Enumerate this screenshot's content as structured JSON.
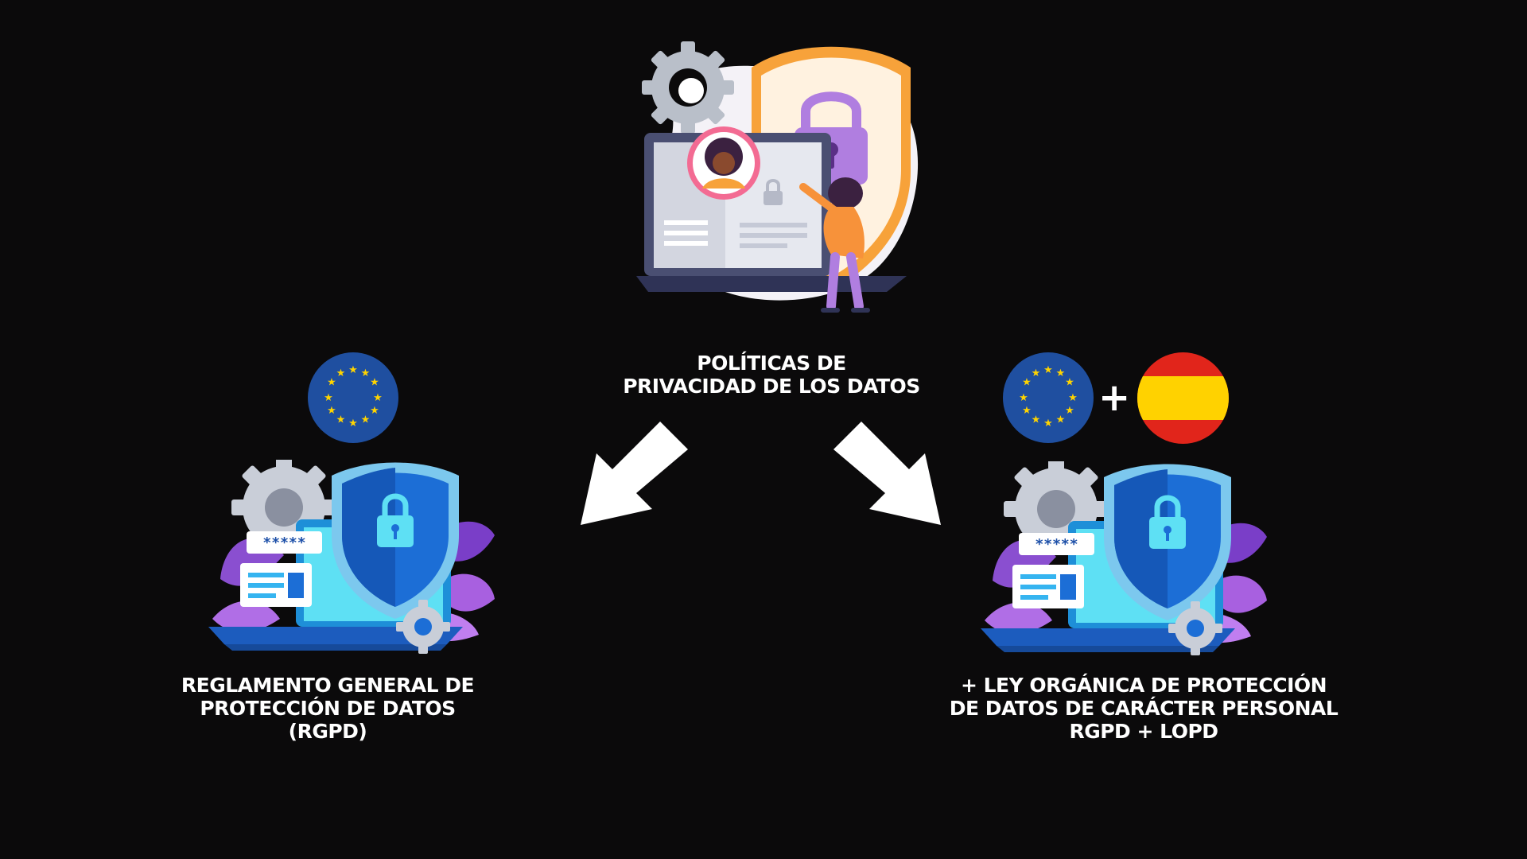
{
  "center_node": {
    "lines": [
      "POLÍTICAS DE",
      "PRIVACIDAD DE LOS DATOS"
    ],
    "illustration": "privacy-illustration"
  },
  "left_node": {
    "lines": [
      "REGLAMENTO GENERAL DE",
      "PROTECCIÓN DE DATOS",
      "(RGPD)"
    ],
    "flags": [
      "eu-flag"
    ],
    "illustration": "security-laptop-illustration",
    "password_mask": "*****"
  },
  "right_node": {
    "lines": [
      "+ LEY ORGÁNICA DE PROTECCIÓN",
      "DE DATOS DE CARÁCTER PERSONAL",
      "RGPD + LOPD"
    ],
    "flags": [
      "eu-flag",
      "spain-flag"
    ],
    "flag_joiner": "+",
    "illustration": "security-laptop-illustration",
    "password_mask": "*****"
  },
  "arrows": [
    "down-left-arrow",
    "down-right-arrow"
  ],
  "colors": {
    "background": "#0b0a0b",
    "eu_blue": "#1f4fa0",
    "eu_star": "#ffd400",
    "spain_red": "#e1251b",
    "spain_yellow": "#ffd200",
    "shield_blue": "#1c6ed6",
    "cyan": "#35d6f2",
    "purple": "#9a5ad8",
    "orange": "#f7a23a"
  }
}
